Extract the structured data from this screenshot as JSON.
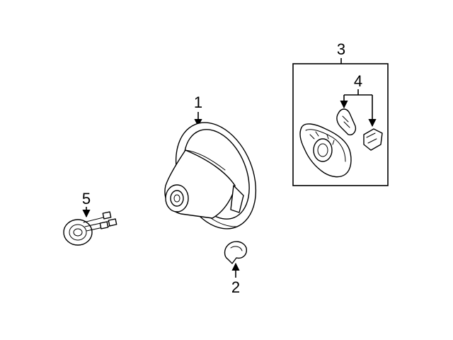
{
  "callouts": {
    "steering_wheel": "1",
    "cover": "2",
    "airbag_assembly": "3",
    "switches": "4",
    "clockspring": "5"
  },
  "colors": {
    "line": "#000000",
    "background": "#ffffff"
  }
}
